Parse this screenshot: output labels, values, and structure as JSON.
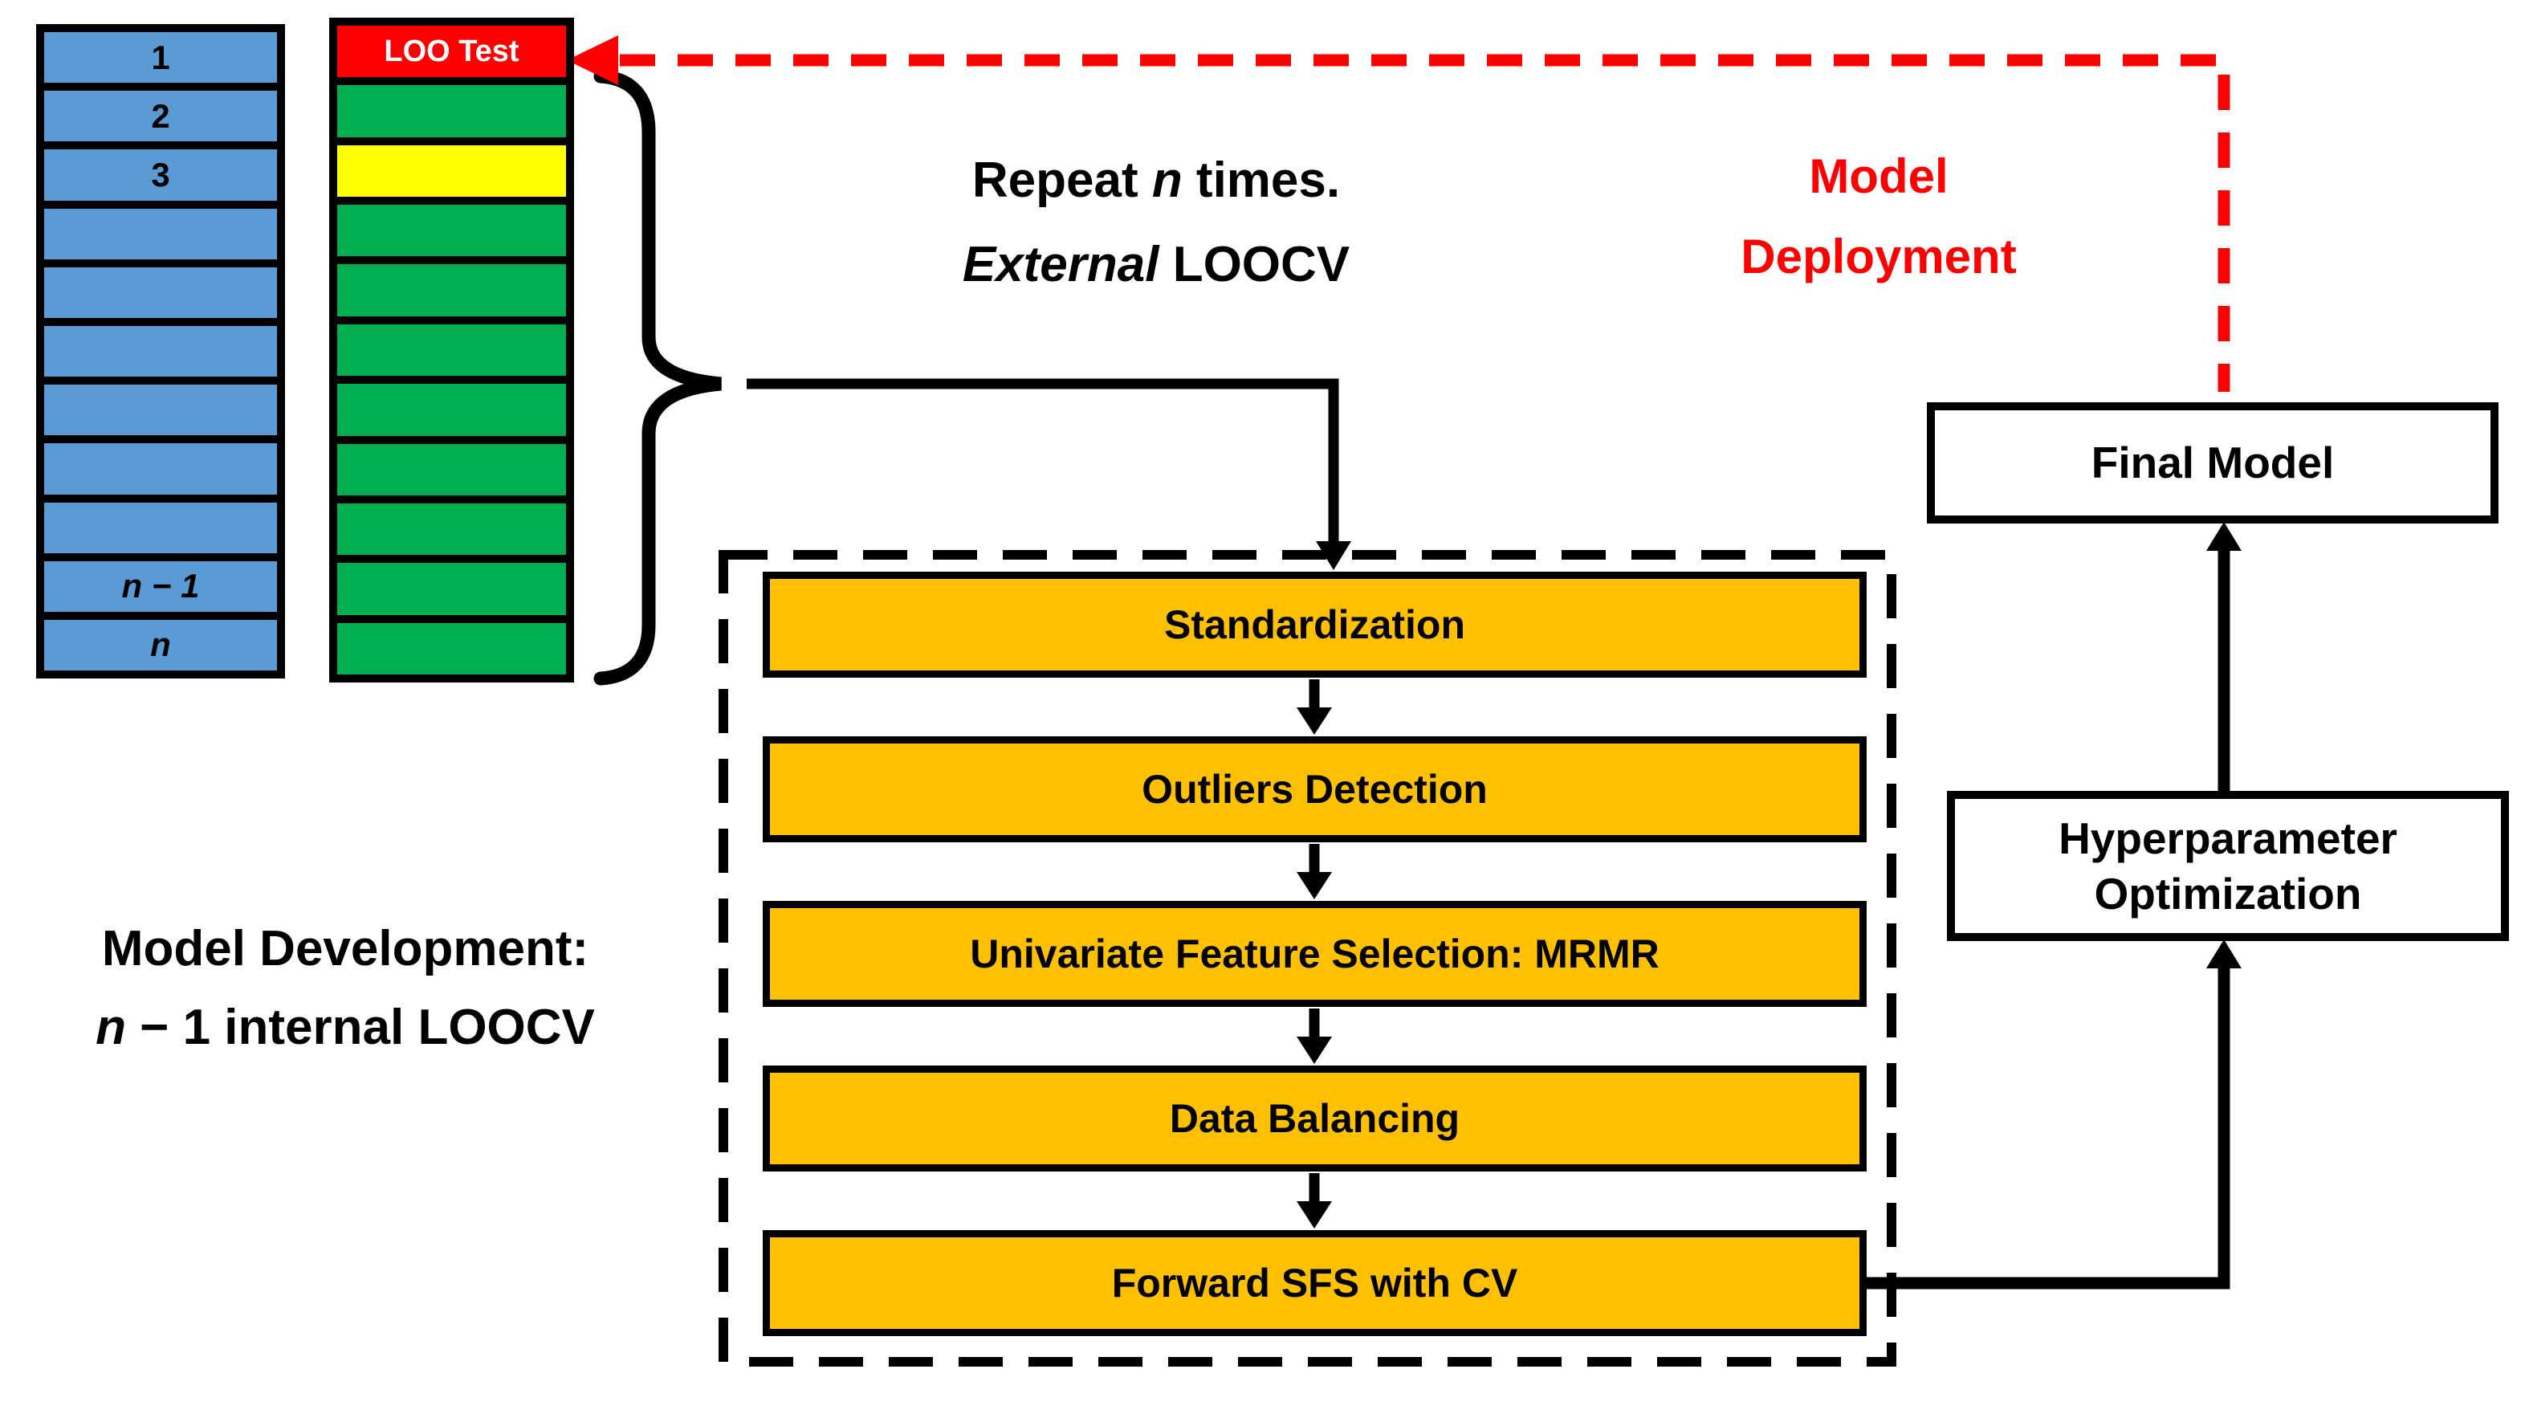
{
  "colors": {
    "fold_blue": "#5B9BD5",
    "train_green": "#00B050",
    "validation_yellow": "#FFFF00",
    "test_red": "#FF0000",
    "step_orange": "#FFC000",
    "line_black": "#000000"
  },
  "folds_column": {
    "cells": [
      "1",
      "2",
      "3",
      "",
      "",
      "",
      "",
      "",
      "",
      "n − 1",
      "n"
    ]
  },
  "split_column": {
    "test_label": "LOO Test",
    "cells": [
      "test",
      "train",
      "validation",
      "train",
      "train",
      "train",
      "train",
      "train",
      "train",
      "train",
      "train"
    ]
  },
  "external_note": {
    "prefix": "Repeat ",
    "emph": "n",
    "suffix": " times.",
    "line2_emph": "External",
    "line2_rest": " LOOCV"
  },
  "deployment_note": {
    "line1": "Model",
    "line2": "Deployment"
  },
  "development_note": {
    "line1": "Model Development:",
    "line2_emph": "n",
    "line2_rest": " − 1 internal LOOCV"
  },
  "pipeline": {
    "steps": [
      {
        "label": "Standardization"
      },
      {
        "label": "Outliers Detection"
      },
      {
        "label": "Univariate Feature Selection: MRMR"
      },
      {
        "label": "Data Balancing"
      },
      {
        "label": "Forward SFS with CV"
      }
    ]
  },
  "final_model": {
    "label": "Final Model"
  },
  "hyperparameter": {
    "line1": "Hyperparameter",
    "line2": "Optimization"
  }
}
